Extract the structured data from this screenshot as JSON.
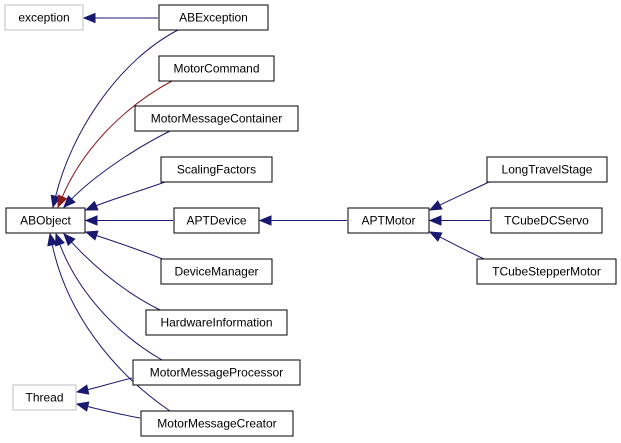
{
  "diagram": {
    "colors": {
      "edge": "#191970",
      "special_edge": "#8b1a1a",
      "node_border": "#000000",
      "external_node_border": "#bfbfbf",
      "background": "#ffffff"
    },
    "nodes": {
      "exception": {
        "label": "exception",
        "external": true
      },
      "abexception": {
        "label": "ABException"
      },
      "motorcommand": {
        "label": "MotorCommand"
      },
      "motormessagecontainer": {
        "label": "MotorMessageContainer"
      },
      "scalingfactors": {
        "label": "ScalingFactors"
      },
      "abobject": {
        "label": "ABObject"
      },
      "aptdevice": {
        "label": "APTDevice"
      },
      "devicemanager": {
        "label": "DeviceManager"
      },
      "hardwareinformation": {
        "label": "HardwareInformation"
      },
      "motormessageprocessor": {
        "label": "MotorMessageProcessor"
      },
      "thread": {
        "label": "Thread",
        "external": true
      },
      "motormessagecreator": {
        "label": "MotorMessageCreator"
      },
      "aptmotor": {
        "label": "APTMotor"
      },
      "longtravelstage": {
        "label": "LongTravelStage"
      },
      "tcubedcservo": {
        "label": "TCubeDCServo"
      },
      "tcubesteppermotor": {
        "label": "TCubeStepperMotor"
      }
    },
    "edges": [
      {
        "from": "abexception",
        "to": "exception"
      },
      {
        "from": "abexception",
        "to": "abobject"
      },
      {
        "from": "motorcommand",
        "to": "abobject",
        "style": "special"
      },
      {
        "from": "motormessagecontainer",
        "to": "abobject"
      },
      {
        "from": "scalingfactors",
        "to": "abobject"
      },
      {
        "from": "aptdevice",
        "to": "abobject"
      },
      {
        "from": "devicemanager",
        "to": "abobject"
      },
      {
        "from": "hardwareinformation",
        "to": "abobject"
      },
      {
        "from": "motormessageprocessor",
        "to": "abobject"
      },
      {
        "from": "motormessagecreator",
        "to": "abobject"
      },
      {
        "from": "motormessageprocessor",
        "to": "thread"
      },
      {
        "from": "motormessagecreator",
        "to": "thread"
      },
      {
        "from": "aptmotor",
        "to": "aptdevice"
      },
      {
        "from": "longtravelstage",
        "to": "aptmotor"
      },
      {
        "from": "tcubedcservo",
        "to": "aptmotor"
      },
      {
        "from": "tcubesteppermotor",
        "to": "aptmotor"
      }
    ]
  }
}
